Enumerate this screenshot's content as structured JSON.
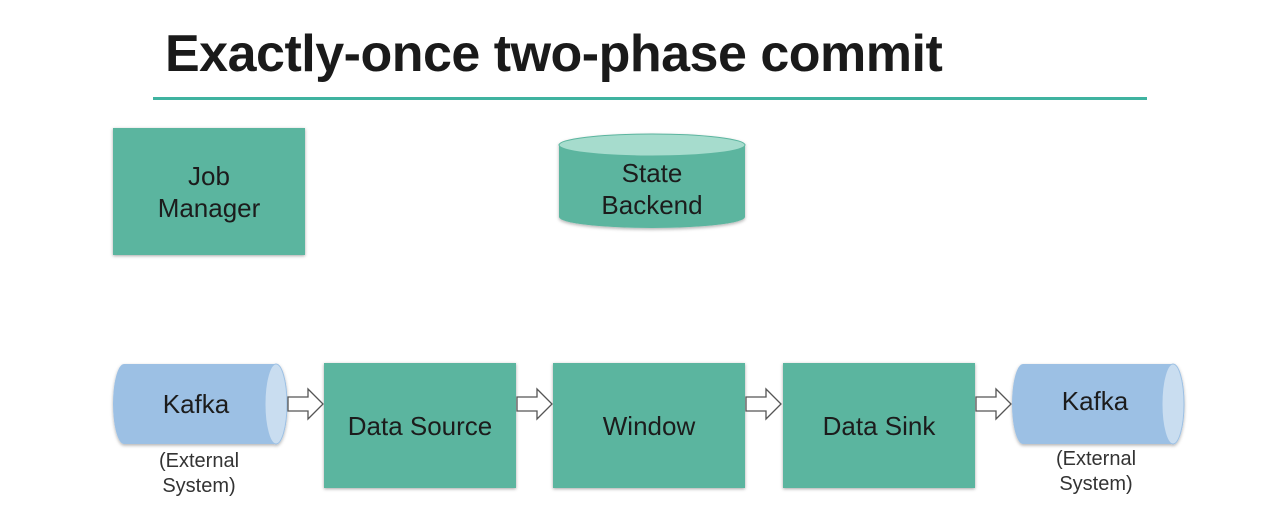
{
  "title": "Exactly-once two-phase commit",
  "nodes": {
    "job_manager": {
      "line1": "Job",
      "line2": "Manager"
    },
    "state_backend": {
      "line1": "State",
      "line2": "Backend"
    },
    "kafka_source": {
      "label": "Kafka",
      "caption_line1": "(External",
      "caption_line2": "System)"
    },
    "data_source": {
      "label": "Data Source"
    },
    "window": {
      "label": "Window"
    },
    "data_sink": {
      "label": "Data Sink"
    },
    "kafka_sink": {
      "label": "Kafka",
      "caption_line1": "(External",
      "caption_line2": "System)"
    }
  },
  "colors": {
    "operator_fill": "#5bb59f",
    "kafka_fill": "#9cc0e4",
    "accent_rule": "#3fb3a0",
    "state_top": "#a6dccd"
  }
}
